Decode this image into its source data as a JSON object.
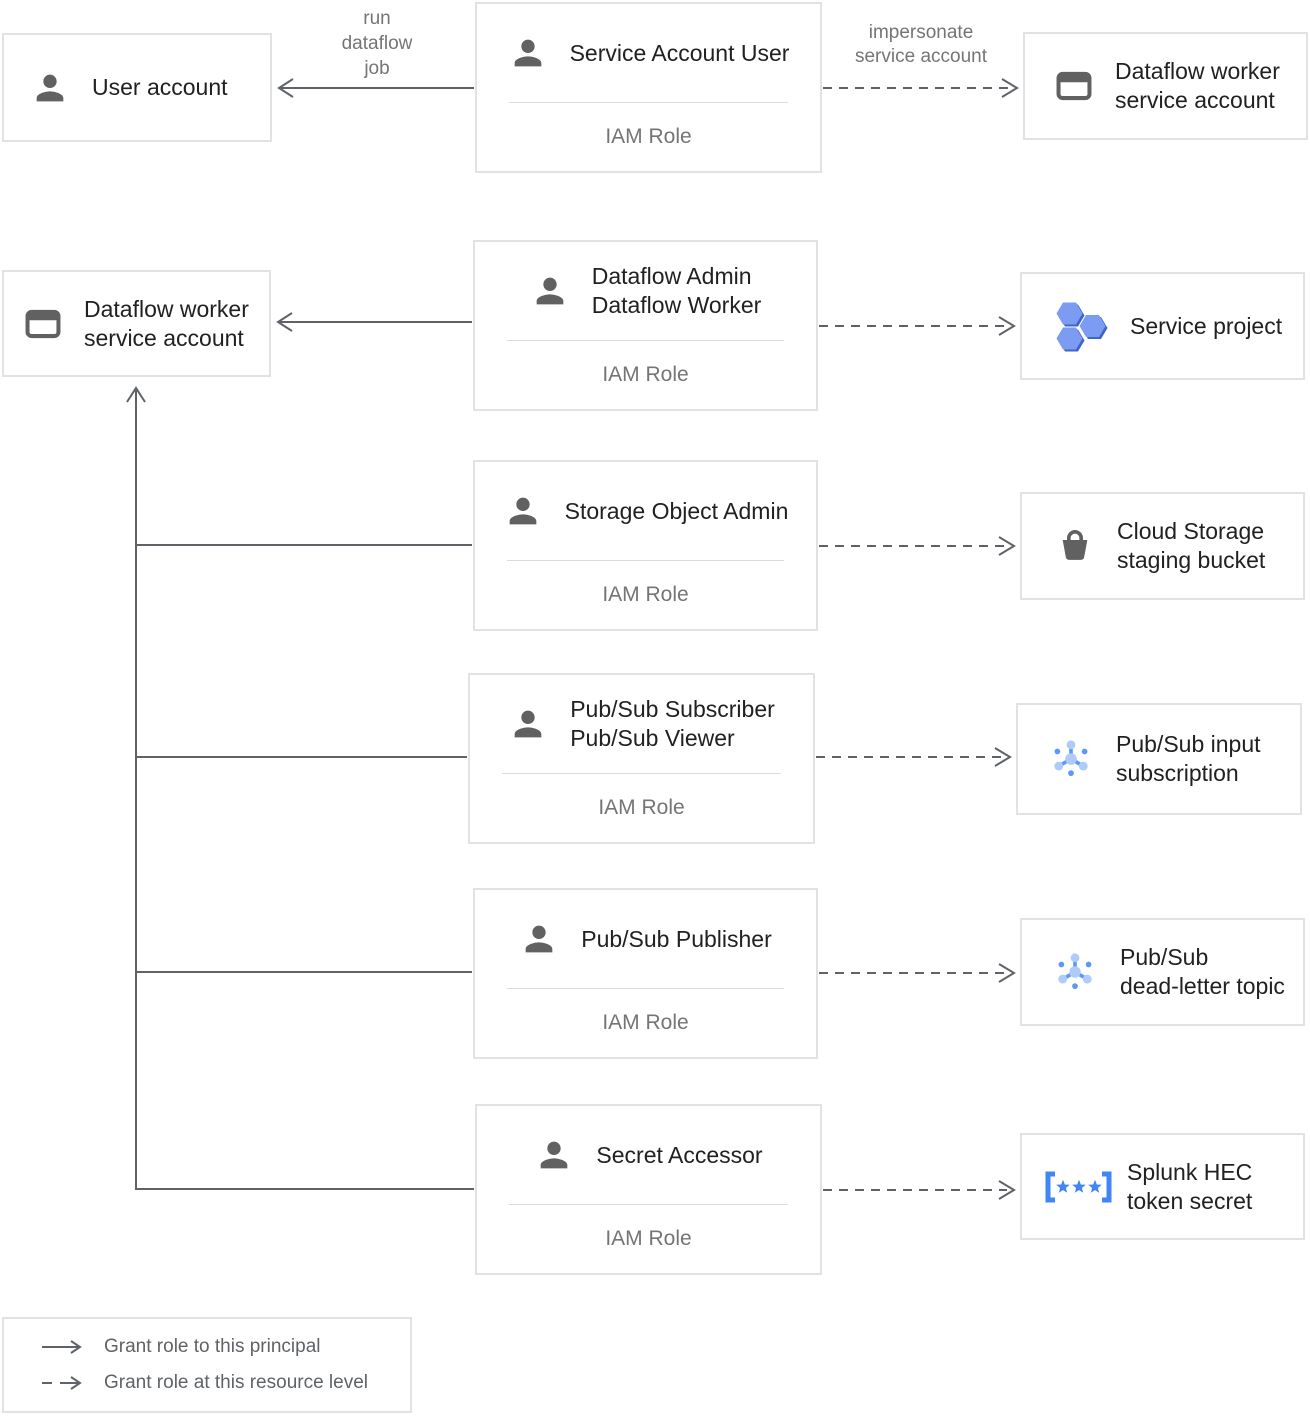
{
  "colors": {
    "border": "#e2e2e2",
    "line": "#5f6368",
    "text_primary": "#212121",
    "text_muted": "#757575",
    "icon_gray": "#616161",
    "blue": "#4285f4",
    "blue_medium": "#5e97f6",
    "blue_light": "#aecbfa",
    "hex_fill": "#7c9bf2",
    "hex_shadow": "#3f65c9"
  },
  "icons": {
    "person-icon": "gray person silhouette",
    "service-account-icon": "gray window/card outline with filled title bar",
    "project-icon": "three blue hexagons",
    "bucket-icon": "gray storage bucket with handle",
    "pubsub-icon": "blue circles connected by spokes",
    "secret-icon": "blue brackets around three stars [***]"
  },
  "arrows": {
    "run_dataflow_job": {
      "line1": "run",
      "line2": "dataflow",
      "line3": "job"
    },
    "impersonate": {
      "line1": "impersonate",
      "line2": "service account"
    }
  },
  "boxes": {
    "user_account": {
      "label": "User account"
    },
    "service_account_user": {
      "title": "Service Account User",
      "role": "IAM Role"
    },
    "dataflow_worker_sa_top": {
      "line1": "Dataflow worker",
      "line2": "service account"
    },
    "dataflow_admin_worker": {
      "title1": "Dataflow Admin",
      "title2": "Dataflow Worker",
      "role": "IAM Role"
    },
    "dataflow_worker_sa_left": {
      "line1": "Dataflow worker",
      "line2": "service account"
    },
    "service_project": {
      "label": "Service project"
    },
    "storage_object_admin": {
      "title": "Storage Object Admin",
      "role": "IAM Role"
    },
    "cloud_storage_bucket": {
      "line1": "Cloud Storage",
      "line2": "staging bucket"
    },
    "pubsub_subscriber_viewer": {
      "title1": "Pub/Sub Subscriber",
      "title2": "Pub/Sub Viewer",
      "role": "IAM Role"
    },
    "pubsub_input_subscription": {
      "line1": "Pub/Sub input",
      "line2": "subscription"
    },
    "pubsub_publisher": {
      "title": "Pub/Sub Publisher",
      "role": "IAM Role"
    },
    "pubsub_dead_letter_topic": {
      "line1": "Pub/Sub",
      "line2": "dead-letter topic"
    },
    "secret_accessor": {
      "title": "Secret Accessor",
      "role": "IAM Role"
    },
    "splunk_hec_token_secret": {
      "line1": "Splunk HEC",
      "line2": "token secret"
    }
  },
  "legend": {
    "solid_label": "Grant role to this principal",
    "dashed_label": "Grant role at this resource level"
  }
}
